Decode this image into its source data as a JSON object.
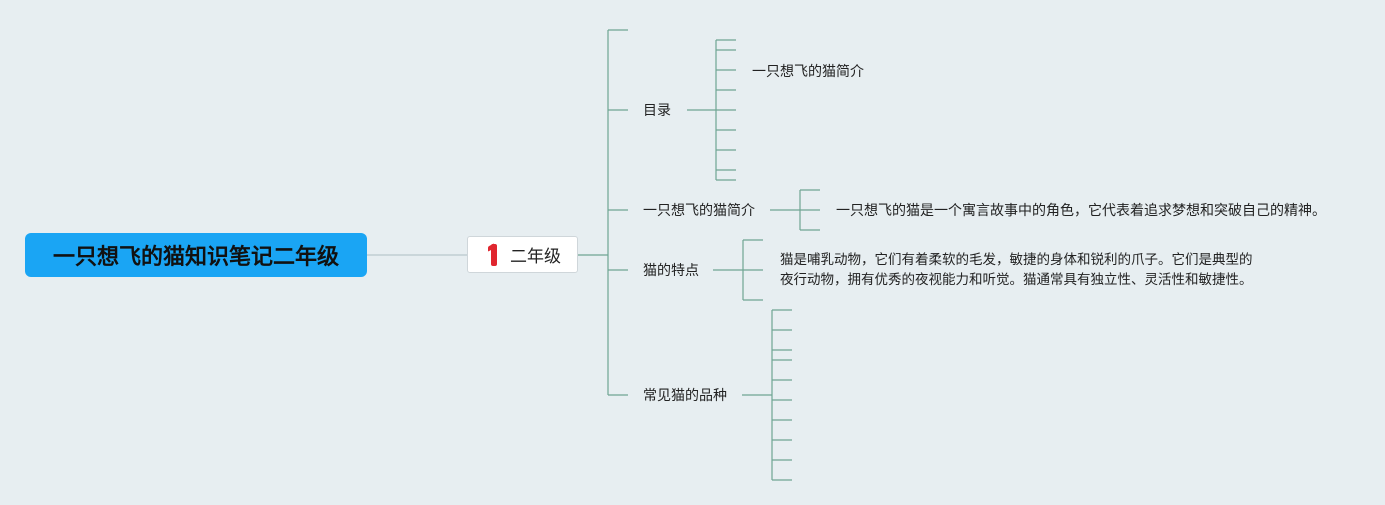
{
  "root": {
    "title": "一只想飞的猫知识笔记二年级"
  },
  "level1": {
    "badge_number": "1",
    "label": "二年级"
  },
  "branches": [
    {
      "label": "目录",
      "children": [
        "一只想飞的猫简介"
      ]
    },
    {
      "label": "一只想飞的猫简介",
      "children": [
        "一只想飞的猫是一个寓言故事中的角色，它代表着追求梦想和突破自己的精神。"
      ]
    },
    {
      "label": "猫的特点",
      "children": [
        "猫是哺乳动物，它们有着柔软的毛发，敏捷的身体和锐利的爪子。它们是典型的",
        "夜行动物，拥有优秀的夜视能力和听觉。猫通常具有独立性、灵活性和敏捷性。"
      ]
    },
    {
      "label": "常见猫的品种",
      "children": []
    }
  ],
  "colors": {
    "root_bg": "#1aa5f4",
    "line": "#6fa593",
    "background": "#e7eef1"
  }
}
